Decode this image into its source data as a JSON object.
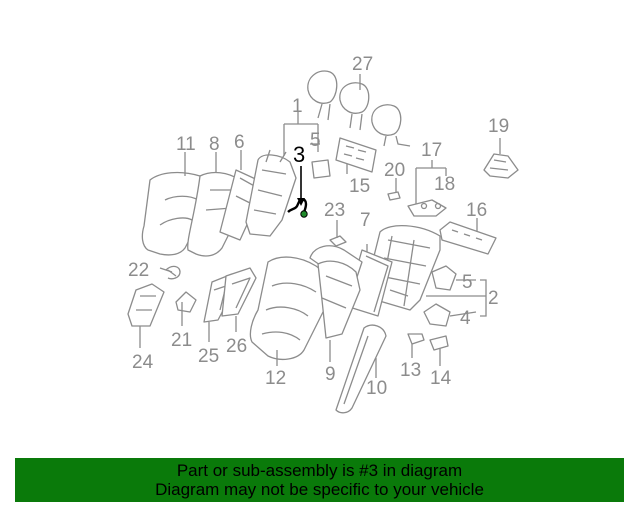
{
  "callouts": {
    "c1": "1",
    "c2": "2",
    "c3": "3",
    "c4": "4",
    "c5a": "5",
    "c5b": "5",
    "c6": "6",
    "c7": "7",
    "c8": "8",
    "c9": "9",
    "c10": "10",
    "c11": "11",
    "c12": "12",
    "c13": "13",
    "c14": "14",
    "c15": "15",
    "c16": "16",
    "c17": "17",
    "c18": "18",
    "c19": "19",
    "c20": "20",
    "c21": "21",
    "c22": "22",
    "c23": "23",
    "c24": "24",
    "c25": "25",
    "c26": "26",
    "c27": "27"
  },
  "highlighted_part": "3",
  "banner": {
    "line1": "Part or sub-assembly is #3 in diagram",
    "line2": "Diagram may not be specific to your vehicle"
  },
  "colors": {
    "banner_bg": "#0a7a0a",
    "line_gray": "#8c8c8c",
    "highlight_part": "#1f8a2a"
  }
}
